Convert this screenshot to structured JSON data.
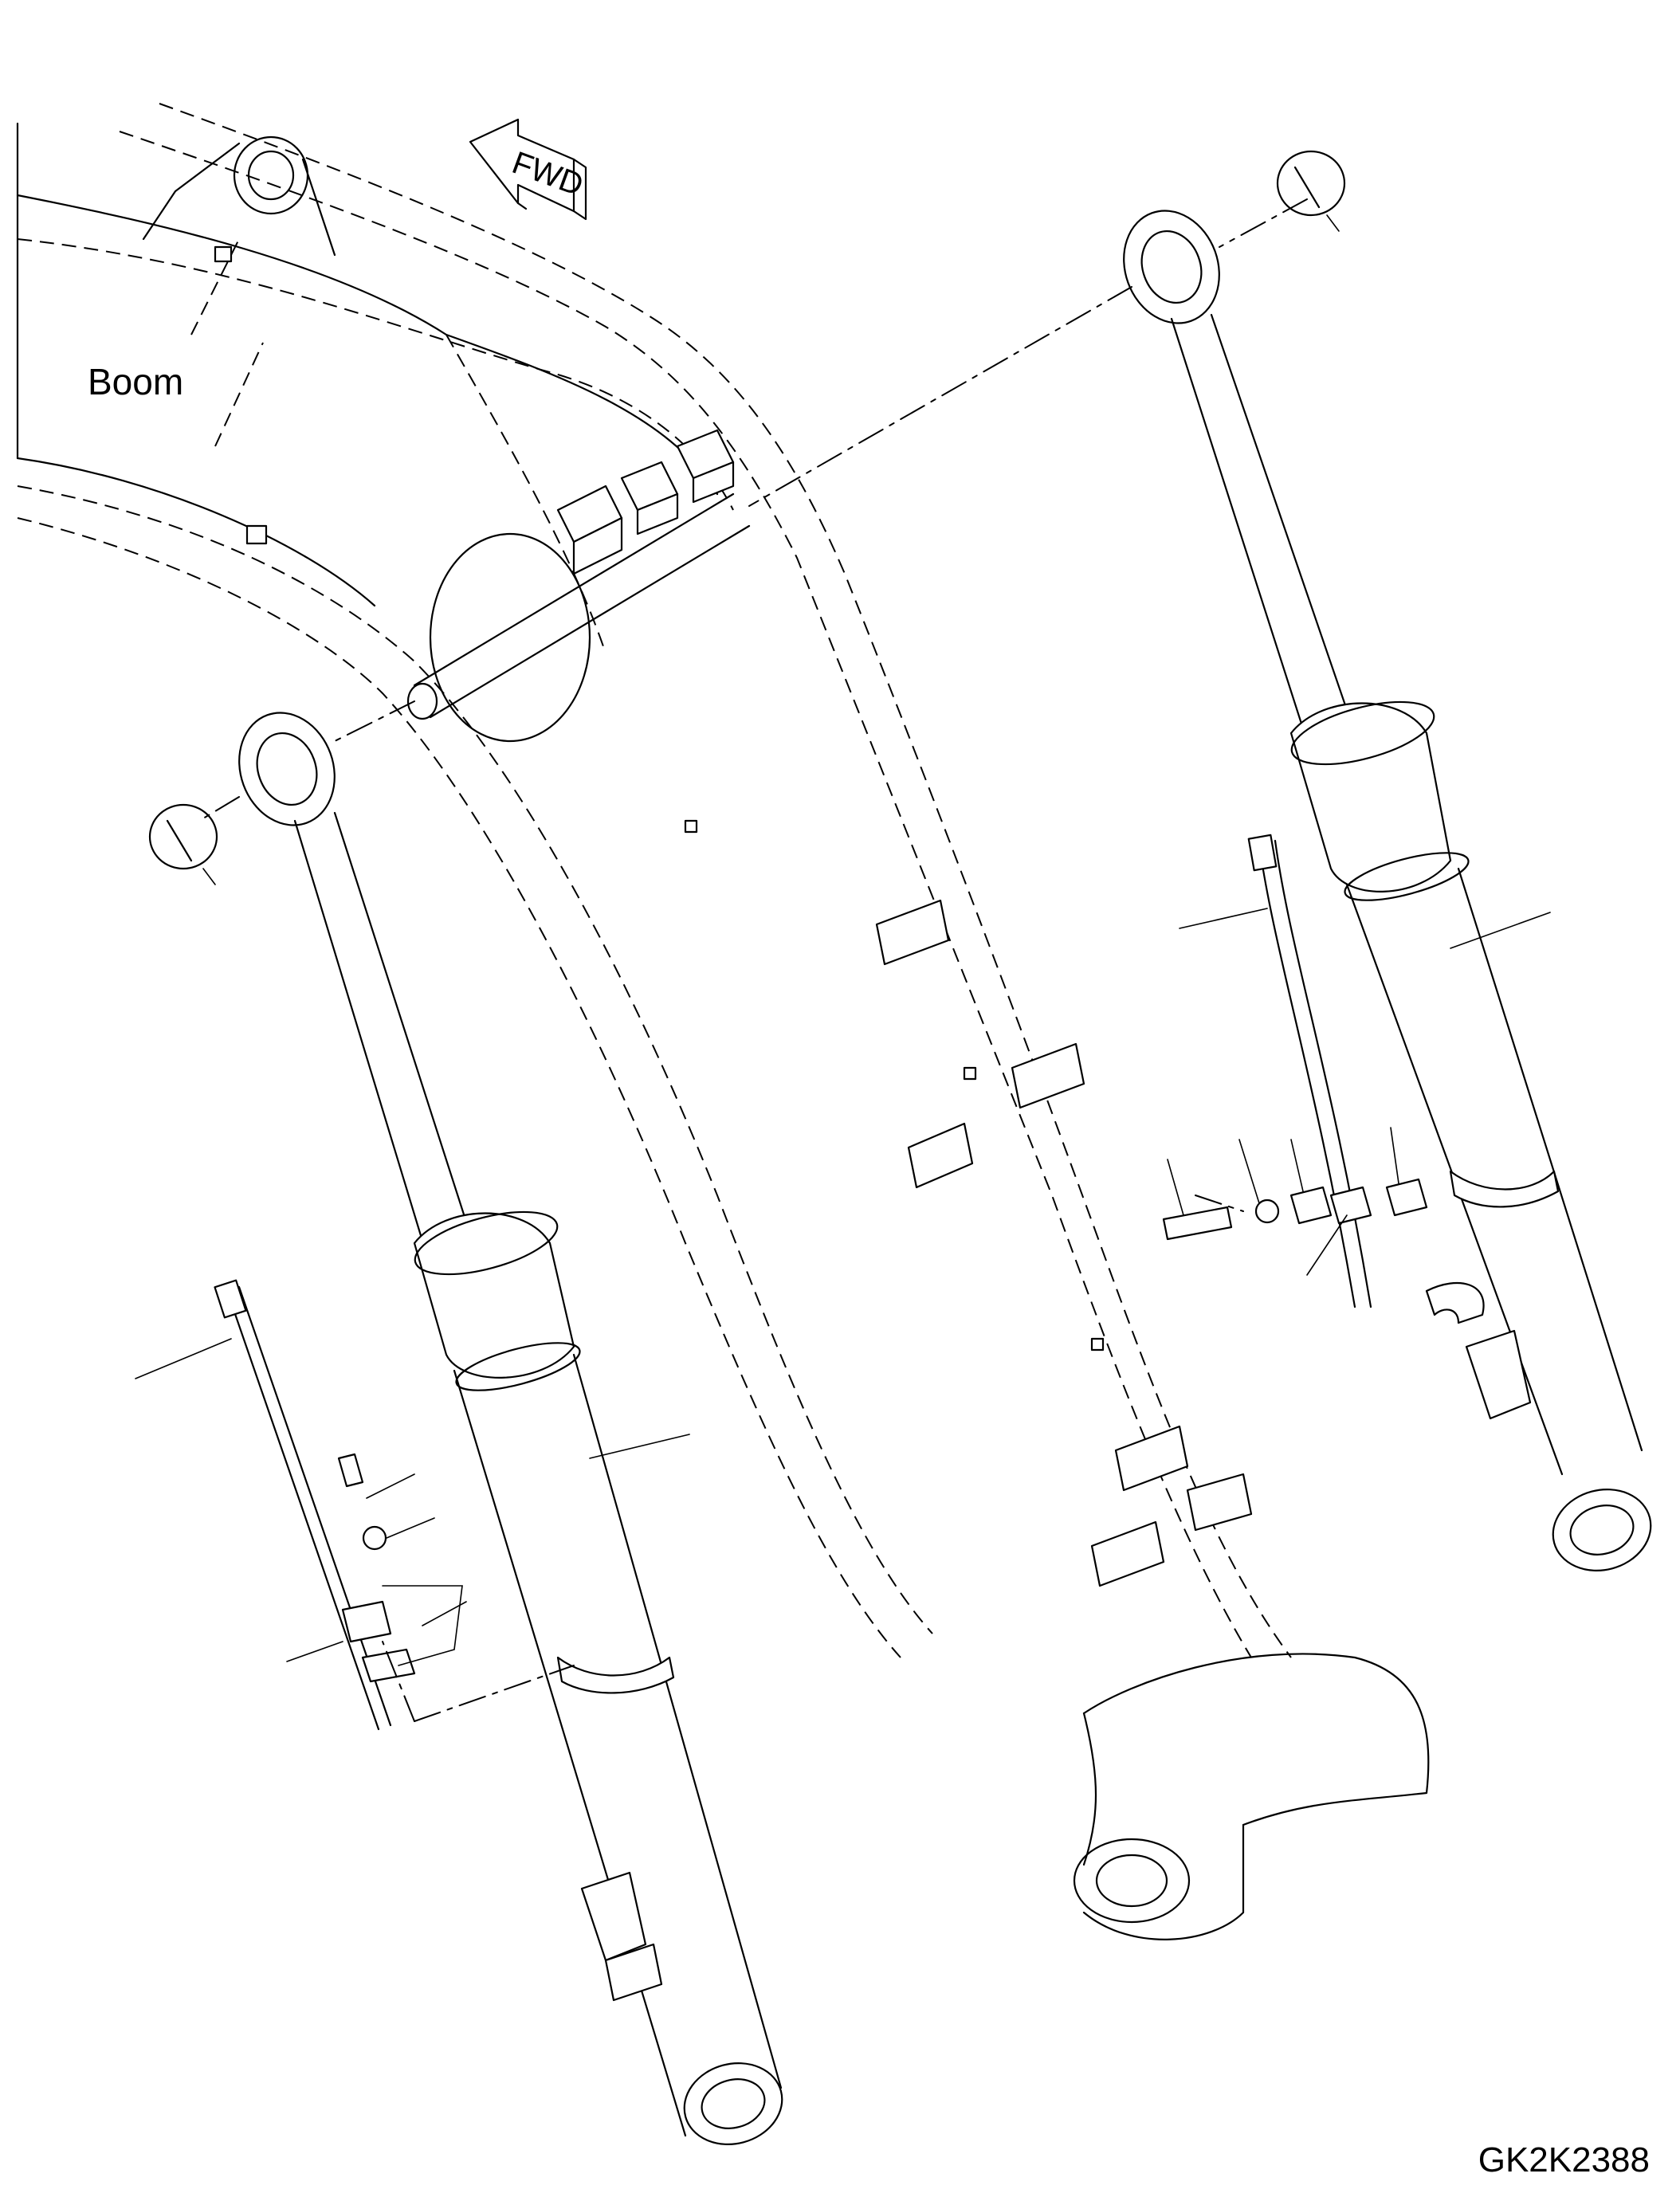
{
  "labels": {
    "boom": "Boom",
    "direction": "FWD",
    "drawing_code": "GK2K2388"
  },
  "icons": {
    "direction_arrow": "forward-arrow-icon"
  }
}
